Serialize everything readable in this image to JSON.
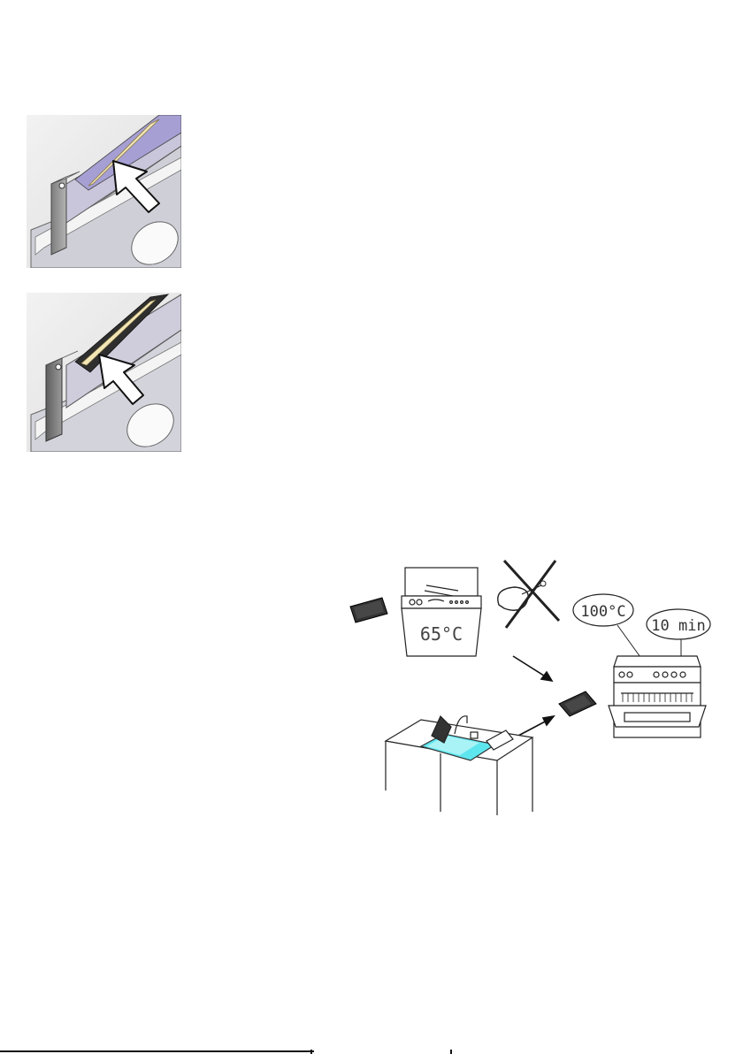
{
  "figures": {
    "filter_panel_top": {
      "icon": "arrow-insert-icon"
    },
    "filter_panel_bottom": {
      "icon": "arrow-insert-icon"
    },
    "cleaning_instructions": {
      "dishwasher_temp": "65°C",
      "oven_temp": "100°C",
      "oven_time": "10 min"
    }
  }
}
